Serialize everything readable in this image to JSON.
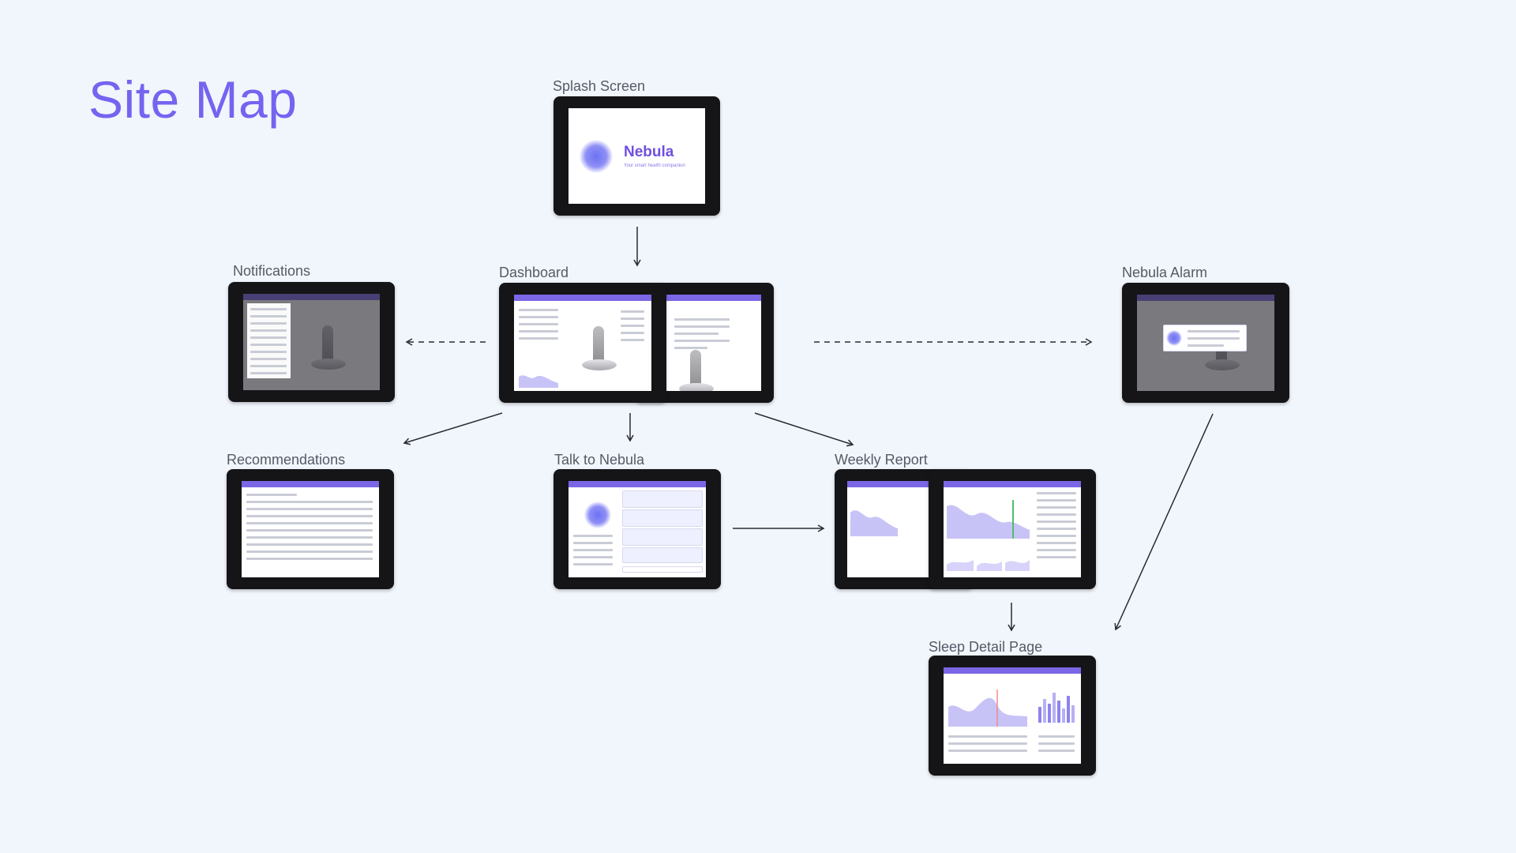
{
  "title": "Site Map",
  "colors": {
    "accent": "#7464f0",
    "app_bar": "#7b66e6",
    "device": "#151517",
    "background": "#f1f6fd"
  },
  "nodes": {
    "splash": {
      "label": "Splash Screen",
      "brand": "Nebula",
      "tagline": "Your smart health companion"
    },
    "dashboard": {
      "label": "Dashboard"
    },
    "notifications": {
      "label": "Notifications"
    },
    "nebula_alarm": {
      "label": "Nebula Alarm"
    },
    "recommendations": {
      "label": "Recommendations"
    },
    "talk": {
      "label": "Talk to Nebula"
    },
    "weekly": {
      "label": "Weekly Report"
    },
    "sleep": {
      "label": "Sleep Detail Page"
    }
  },
  "edges": [
    {
      "from": "Splash Screen",
      "to": "Dashboard",
      "style": "solid"
    },
    {
      "from": "Dashboard",
      "to": "Notifications",
      "style": "dashed"
    },
    {
      "from": "Dashboard",
      "to": "Nebula Alarm",
      "style": "dashed"
    },
    {
      "from": "Dashboard",
      "to": "Recommendations",
      "style": "solid"
    },
    {
      "from": "Dashboard",
      "to": "Talk to Nebula",
      "style": "solid"
    },
    {
      "from": "Dashboard",
      "to": "Weekly Report",
      "style": "solid"
    },
    {
      "from": "Talk to Nebula",
      "to": "Weekly Report",
      "style": "solid"
    },
    {
      "from": "Weekly Report",
      "to": "Sleep Detail Page",
      "style": "solid"
    },
    {
      "from": "Nebula Alarm",
      "to": "Sleep Detail Page",
      "style": "solid"
    }
  ]
}
